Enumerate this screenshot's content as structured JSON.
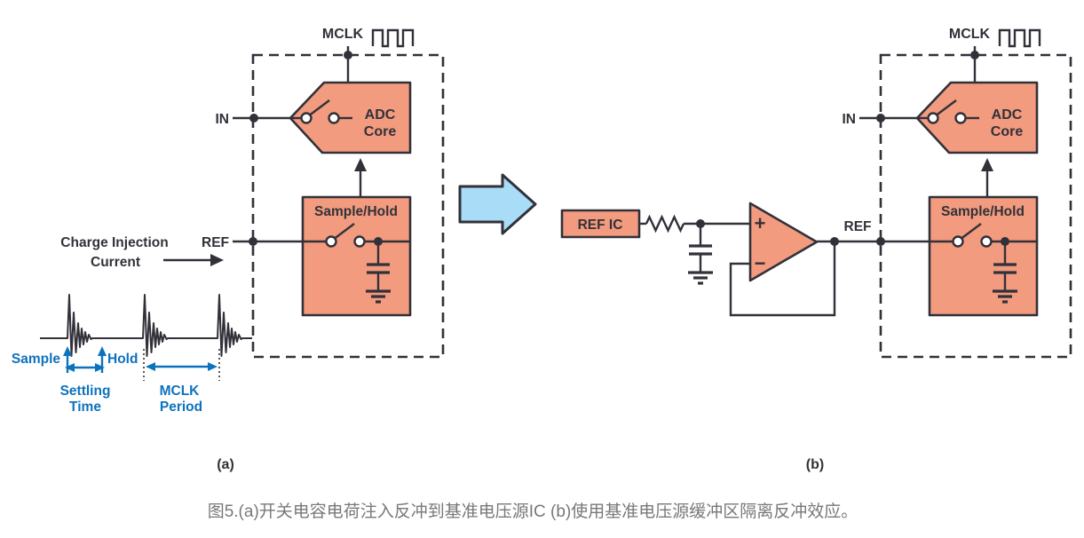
{
  "colors": {
    "ink": "#32313A",
    "salmon": "#F29B7E",
    "blue": "#0D72BD",
    "lightblue": "#A9DCF6",
    "gray": "#77787B"
  },
  "panel_a": {
    "label": "(a)",
    "mclk": "MCLK",
    "in_label": "IN",
    "ref_label": "REF",
    "adc_core_line1": "ADC",
    "adc_core_line2": "Core",
    "sample_hold": "Sample/Hold",
    "charge_injection_line1": "Charge Injection",
    "charge_injection_line2": "Current",
    "timing": {
      "sample": "Sample",
      "hold": "Hold",
      "settling_line1": "Settling",
      "settling_line2": "Time",
      "period_line1": "MCLK",
      "period_line2": "Period"
    }
  },
  "panel_b": {
    "label": "(b)",
    "ref_ic": "REF IC",
    "opamp_plus": "+",
    "opamp_minus": "−",
    "ref_label": "REF",
    "mclk": "MCLK",
    "in_label": "IN",
    "adc_core_line1": "ADC",
    "adc_core_line2": "Core",
    "sample_hold": "Sample/Hold"
  },
  "caption": "图5.(a)开关电容电荷注入反冲到基准电压源IC (b)使用基准电压源缓冲区隔离反冲效应。"
}
